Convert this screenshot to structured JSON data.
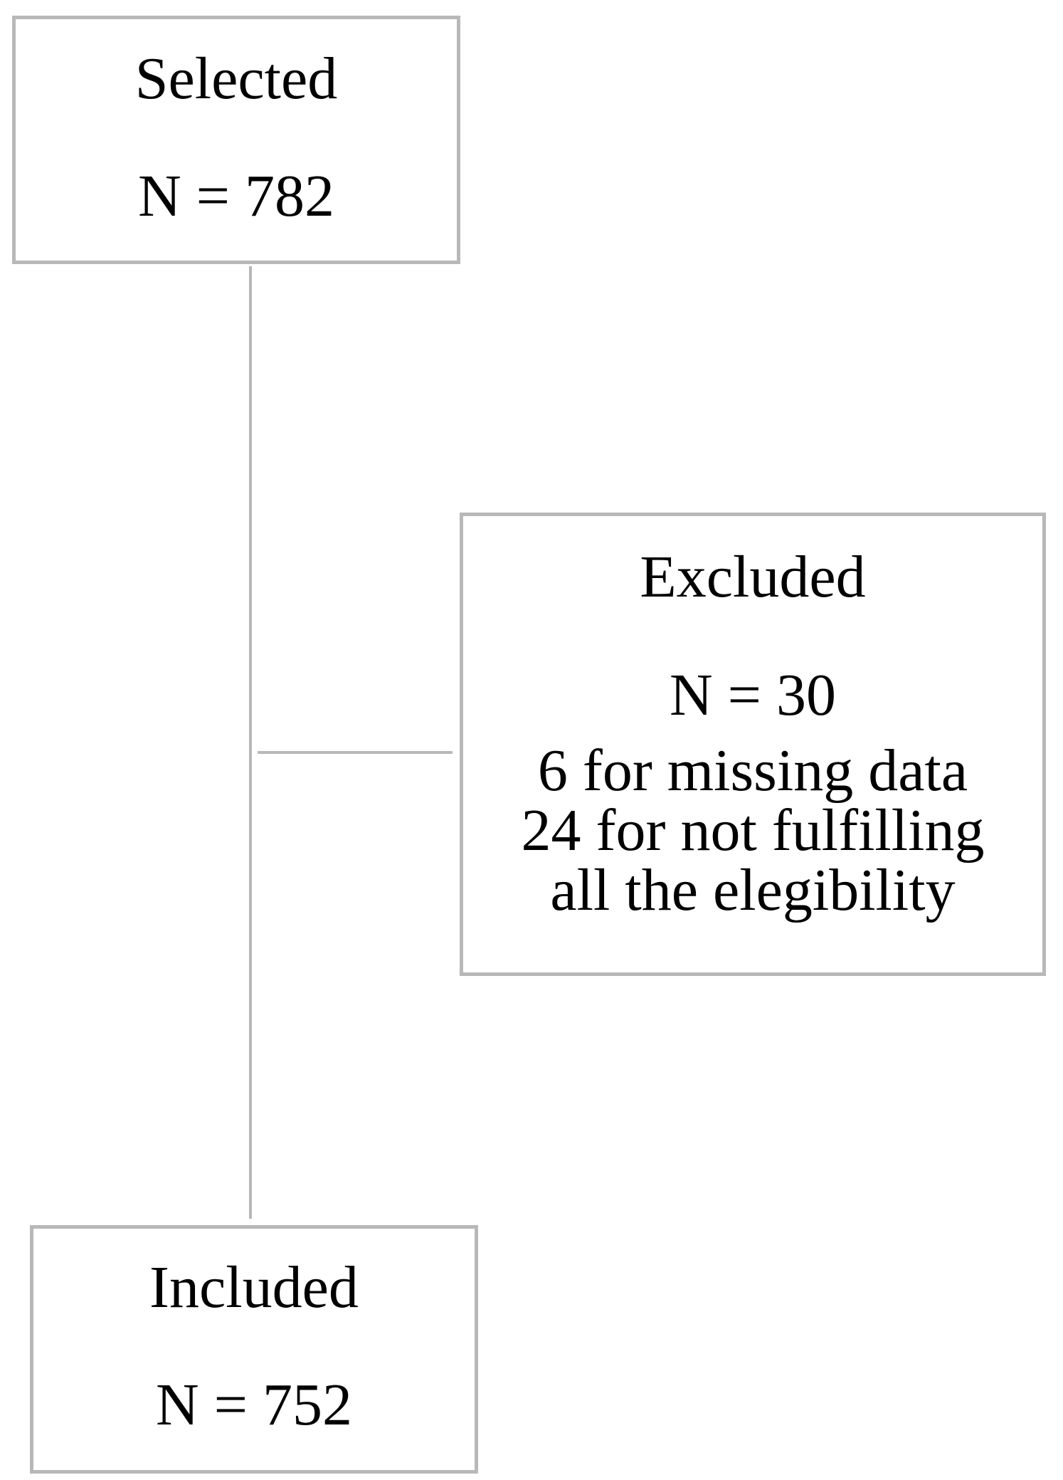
{
  "flowchart": {
    "selected": {
      "title": "Selected",
      "count": "N = 782"
    },
    "excluded": {
      "title": "Excluded",
      "count": "N = 30",
      "reasons": [
        "6 for missing data",
        "24 for not fulfilling",
        "all the elegibility"
      ]
    },
    "included": {
      "title": "Included",
      "count": "N = 752"
    }
  }
}
